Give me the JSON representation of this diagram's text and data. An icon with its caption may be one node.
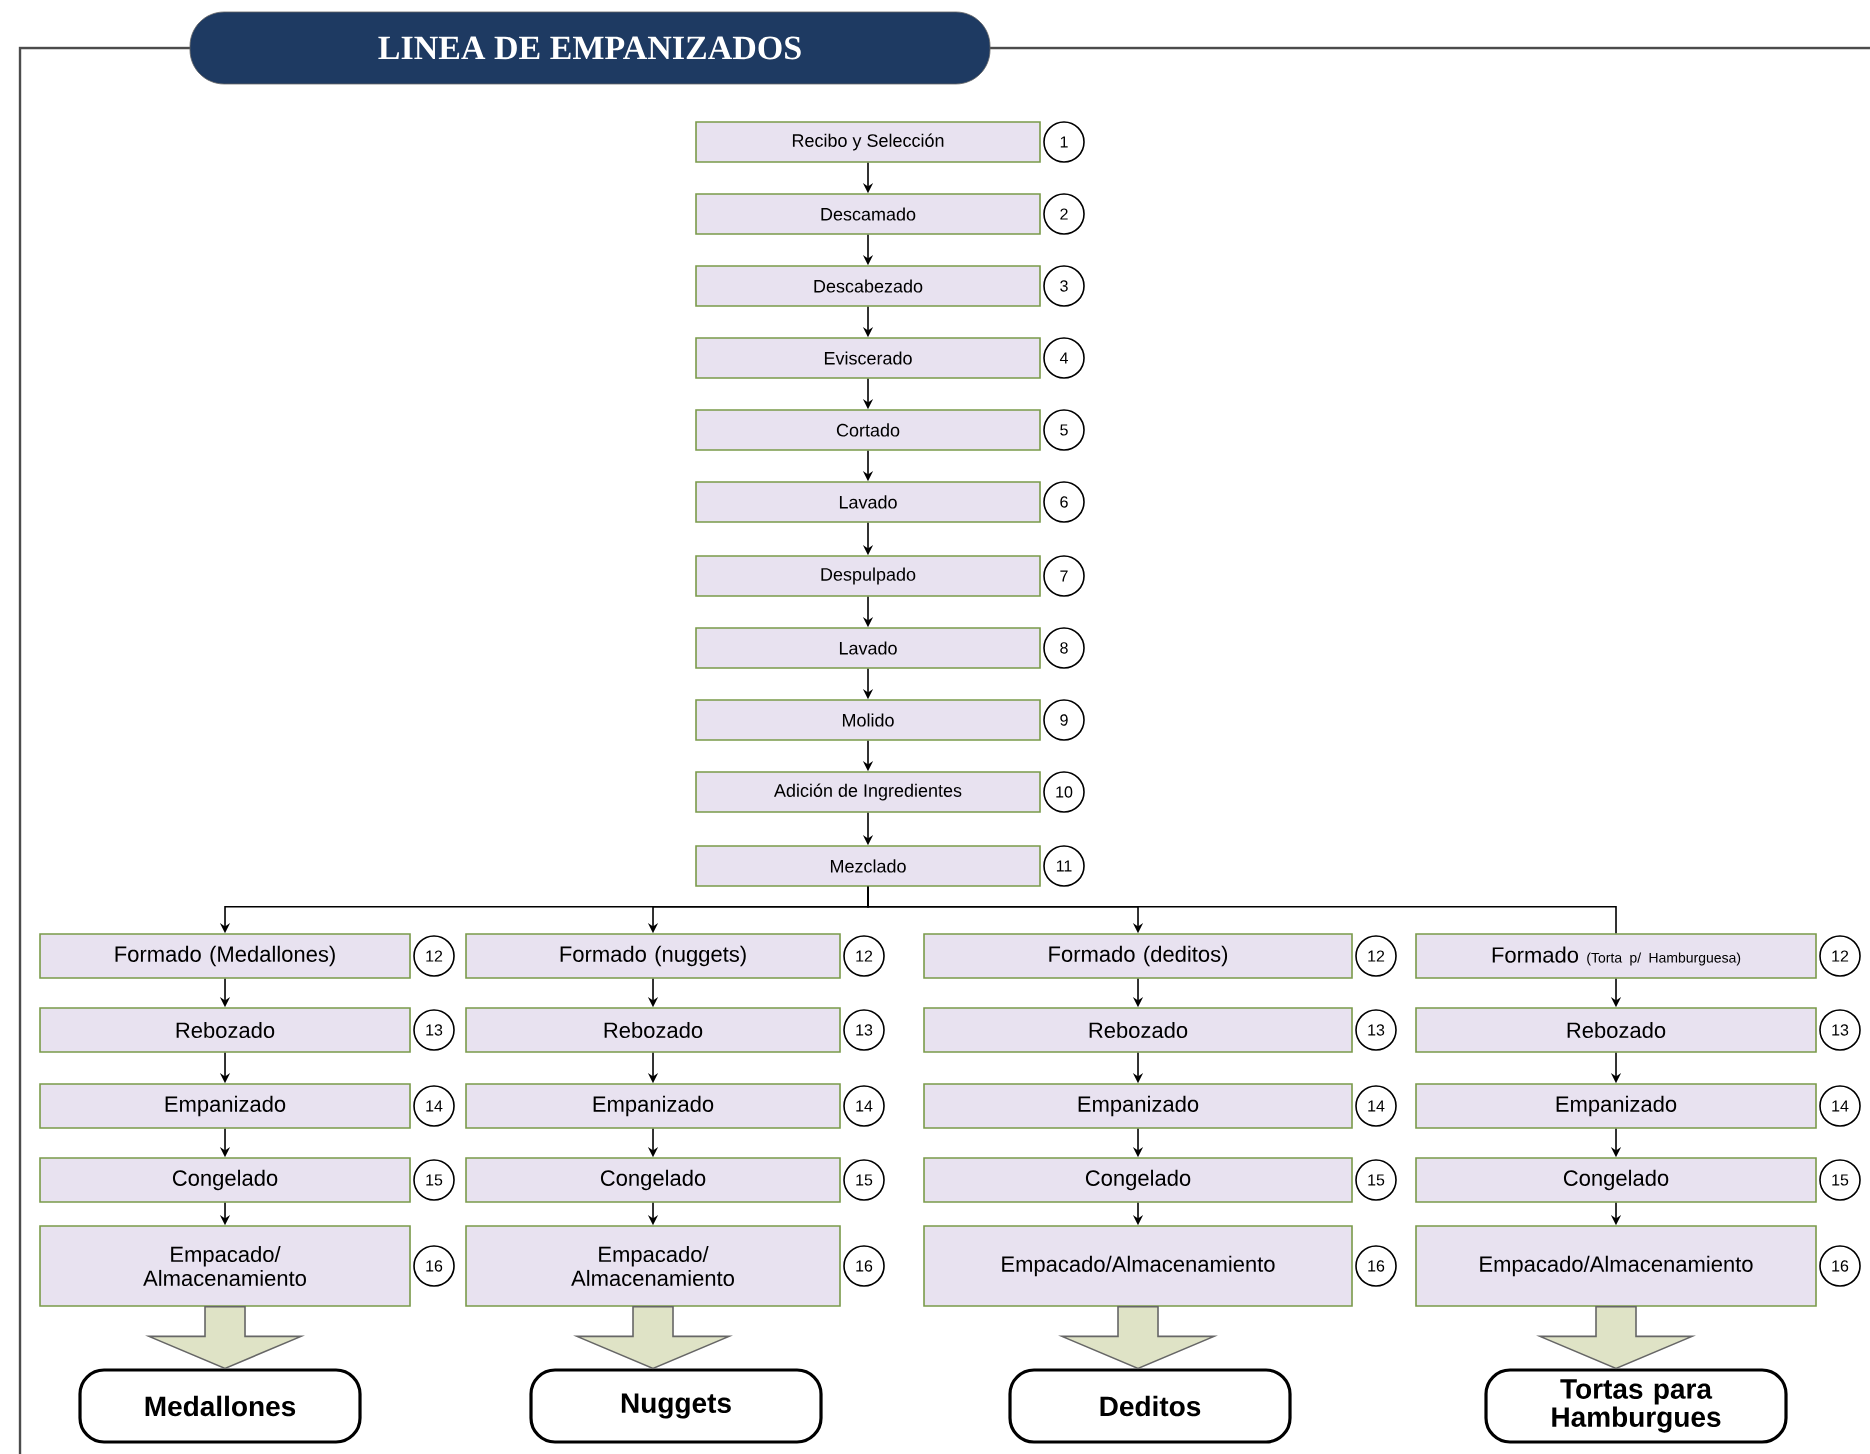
{
  "diagram": {
    "title": "LINEA DE EMPANIZADOS",
    "nodes": [
      {
        "text": [
          "Recibo y Selección"
        ],
        "beside": [
          "1"
        ]
      },
      {
        "text": [
          "Descamado"
        ],
        "beside": [
          "2"
        ]
      },
      {
        "text": [
          "Descabezado"
        ],
        "beside": [
          "3"
        ]
      },
      {
        "text": [
          "Eviscerado"
        ],
        "beside": [
          "4"
        ]
      },
      {
        "text": [
          "Cortado"
        ],
        "beside": [
          "5"
        ]
      },
      {
        "text": [
          "Lavado"
        ],
        "beside": [
          "6"
        ]
      },
      {
        "text": [
          "Despulpado"
        ],
        "beside": [
          "7"
        ]
      },
      {
        "text": [
          "Lavado"
        ],
        "beside": [
          "8"
        ]
      },
      {
        "text": [
          "Molido"
        ],
        "beside": [
          "9"
        ]
      },
      {
        "text": [
          "Adición de Ingredientes"
        ],
        "beside": [
          "10"
        ]
      },
      {
        "text": [
          "Mezclado"
        ],
        "beside": [
          "11"
        ]
      },
      {
        "text": [
          "Formado (Medallones)"
        ],
        "beside": [
          "12"
        ]
      },
      {
        "text": [
          "Rebozado"
        ],
        "beside": [
          "13"
        ]
      },
      {
        "text": [
          "Empanizado"
        ],
        "beside": [
          "14"
        ]
      },
      {
        "text": [
          "Congelado"
        ],
        "beside": [
          "15"
        ]
      },
      {
        "text": [
          "Empacado/ Almacenamiento"
        ],
        "beside": [
          "16"
        ]
      },
      {
        "text": [
          "Formado (nuggets)"
        ],
        "beside": [
          "12"
        ]
      },
      {
        "text": [
          "Rebozado"
        ],
        "beside": [
          "13"
        ]
      },
      {
        "text": [
          "Empanizado"
        ],
        "beside": [
          "14"
        ]
      },
      {
        "text": [
          "Congelado"
        ],
        "beside": [
          "15"
        ]
      },
      {
        "text": [
          "Empacado/ Almacenamiento"
        ],
        "beside": [
          "16"
        ]
      },
      {
        "text": [
          "Formado (deditos)"
        ],
        "beside": [
          "12"
        ]
      },
      {
        "text": [
          "Rebozado"
        ],
        "beside": [
          "13"
        ]
      },
      {
        "text": [
          "Empanizado"
        ],
        "beside": [
          "14"
        ]
      },
      {
        "text": [
          "Congelado"
        ],
        "beside": [
          "15"
        ]
      },
      {
        "text": [
          "Empacado/Almacenamiento"
        ],
        "beside": [
          "16"
        ]
      },
      {
        "text": [
          "Formado",
          "(Torta p/ Hamburguesa)"
        ],
        "beside": [
          "12"
        ]
      },
      {
        "text": [
          "Rebozado"
        ],
        "beside": [
          "13"
        ]
      },
      {
        "text": [
          "Empanizado"
        ],
        "beside": [
          "14"
        ]
      },
      {
        "text": [
          "Congelado"
        ],
        "beside": [
          "15"
        ]
      },
      {
        "text": [
          "Empacado/Almacenamiento"
        ],
        "beside": [
          "16"
        ]
      },
      {
        "text": [
          "Medallones"
        ]
      },
      {
        "text": [
          "Nuggets"
        ]
      },
      {
        "text": [
          "Deditos"
        ]
      },
      {
        "text": [
          "Tortas para Hamburgues"
        ]
      }
    ],
    "edges": [
      {
        "from": 0,
        "to": 1,
        "arrow": "to"
      },
      {
        "from": 1,
        "to": 2,
        "arrow": "to"
      },
      {
        "from": 2,
        "to": 3,
        "arrow": "to"
      },
      {
        "from": 3,
        "to": 4,
        "arrow": "to"
      },
      {
        "from": 4,
        "to": 5,
        "arrow": "to"
      },
      {
        "from": 5,
        "to": 6,
        "arrow": "to"
      },
      {
        "from": 6,
        "to": 7,
        "arrow": "to"
      },
      {
        "from": 7,
        "to": 8,
        "arrow": "to"
      },
      {
        "from": 8,
        "to": 9,
        "arrow": "to"
      },
      {
        "from": 9,
        "to": 10,
        "arrow": "to"
      },
      {
        "from": 10,
        "to": 11,
        "arrow": "to"
      },
      {
        "from": 10,
        "to": 16,
        "arrow": "to"
      },
      {
        "from": 10,
        "to": 21,
        "arrow": "to"
      },
      {
        "from": 10,
        "to": 26,
        "arrow": "none"
      },
      {
        "from": 11,
        "to": 12,
        "arrow": "to"
      },
      {
        "from": 12,
        "to": 13,
        "arrow": "to"
      },
      {
        "from": 13,
        "to": 14,
        "arrow": "to"
      },
      {
        "from": 14,
        "to": 15,
        "arrow": "to"
      },
      {
        "from": 16,
        "to": 17,
        "arrow": "to"
      },
      {
        "from": 17,
        "to": 18,
        "arrow": "to"
      },
      {
        "from": 18,
        "to": 19,
        "arrow": "to"
      },
      {
        "from": 19,
        "to": 20,
        "arrow": "to"
      },
      {
        "from": 21,
        "to": 22,
        "arrow": "to"
      },
      {
        "from": 22,
        "to": 23,
        "arrow": "to"
      },
      {
        "from": 23,
        "to": 24,
        "arrow": "to"
      },
      {
        "from": 24,
        "to": 25,
        "arrow": "to"
      },
      {
        "from": 26,
        "to": 27,
        "arrow": "to"
      },
      {
        "from": 27,
        "to": 28,
        "arrow": "to"
      },
      {
        "from": 28,
        "to": 29,
        "arrow": "to"
      },
      {
        "from": 29,
        "to": 30,
        "arrow": "to"
      },
      {
        "from": 15,
        "to": 31,
        "arrow": "to",
        "style": "thick",
        "color": "#dfe3c6"
      },
      {
        "from": 20,
        "to": 32,
        "arrow": "to",
        "style": "thick",
        "color": "#dfe3c6"
      },
      {
        "from": 25,
        "to": 33,
        "arrow": "to",
        "style": "thick",
        "color": "#dfe3c6"
      },
      {
        "from": 30,
        "to": 34,
        "arrow": "to",
        "style": "thick",
        "color": "#dfe3c6"
      }
    ]
  }
}
